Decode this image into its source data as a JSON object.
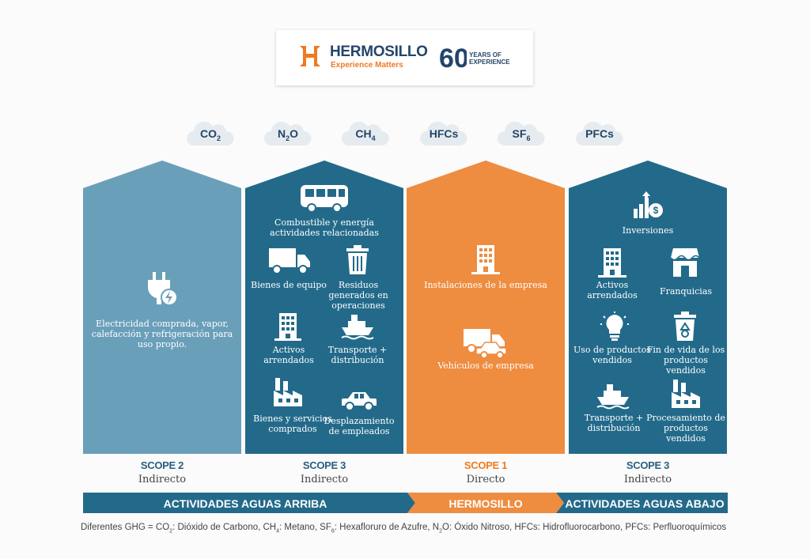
{
  "header": {
    "brand": "HERMOSILLO",
    "tagline": "Experience Matters",
    "anniversary_number": "60",
    "anniversary_text_1": "YEARS OF",
    "anniversary_text_2": "EXPERIENCE"
  },
  "gases": [
    {
      "base": "CO",
      "sub": "2"
    },
    {
      "base": "N",
      "sub": "2",
      "tail": "O"
    },
    {
      "base": "CH",
      "sub": "4"
    },
    {
      "base": "HFCs",
      "sub": ""
    },
    {
      "base": "SF",
      "sub": "6"
    },
    {
      "base": "PFCs",
      "sub": ""
    }
  ],
  "scope2": {
    "text": "Electricidad comprada, vapor, calefacción y refrigeración para uso propio.",
    "icon": "plug-icon",
    "scope": "SCOPE 2",
    "type": "Indirecto"
  },
  "scope3_up": {
    "items": [
      {
        "label": "Combustible y energía actividades relacionadas",
        "icon": "bus-icon"
      },
      {
        "label": "Bienes de equipo",
        "icon": "truck-icon"
      },
      {
        "label": "Residuos generados en operaciones",
        "icon": "trash-icon"
      },
      {
        "label": "Activos arrendados",
        "icon": "building-icon"
      },
      {
        "label": "Transporte + distribución",
        "icon": "ship-icon"
      },
      {
        "label": "Bienes y servicios comprados",
        "icon": "factory-icon"
      },
      {
        "label": "Desplazamiento de empleados",
        "icon": "car-icon"
      }
    ],
    "scope": "SCOPE 3",
    "type": "Indirecto"
  },
  "scope1": {
    "items": [
      {
        "label": "Instalaciones de la empresa",
        "icon": "building-icon"
      },
      {
        "label": "Vehículos de empresa",
        "icon": "truck-car-icon"
      }
    ],
    "scope": "SCOPE 1",
    "type": "Directo"
  },
  "scope3_down": {
    "items": [
      {
        "label": "Inversiones",
        "icon": "investment-icon"
      },
      {
        "label": "Activos arrendados",
        "icon": "building-icon"
      },
      {
        "label": "Franquicias",
        "icon": "store-icon"
      },
      {
        "label": "Uso de productos vendidos",
        "icon": "bulb-icon"
      },
      {
        "label": "Fin de vida de los productos vendidos",
        "icon": "recycle-bin-icon"
      },
      {
        "label": "Transporte + distribución",
        "icon": "ship-icon"
      },
      {
        "label": "Procesamiento de productos vendidos",
        "icon": "factory-icon"
      }
    ],
    "scope": "SCOPE 3",
    "type": "Indirecto"
  },
  "bands": {
    "upstream": "ACTIVIDADES AGUAS ARRIBA",
    "company": "HERMOSILLO",
    "downstream": "ACTIVIDADES AGUAS ABAJO"
  },
  "footer": {
    "p1": "Diferentes GHG = CO",
    "s1": "2",
    "p2": ": Dióxido de Carbono, CH",
    "s2": "4",
    "p3": ": Metano, SF",
    "s3": "6",
    "p4": ": Hexafloruro de Azufre,  N",
    "s4": "2",
    "p5": "O: Óxido Nitroso, HFCs: Hidrofluorocarbono, PFCs: Perfluoroquímicos"
  },
  "colors": {
    "light_blue": "#6a9fba",
    "dark_teal": "#236a8a",
    "orange": "#ee8c40",
    "navy": "#24456a"
  }
}
